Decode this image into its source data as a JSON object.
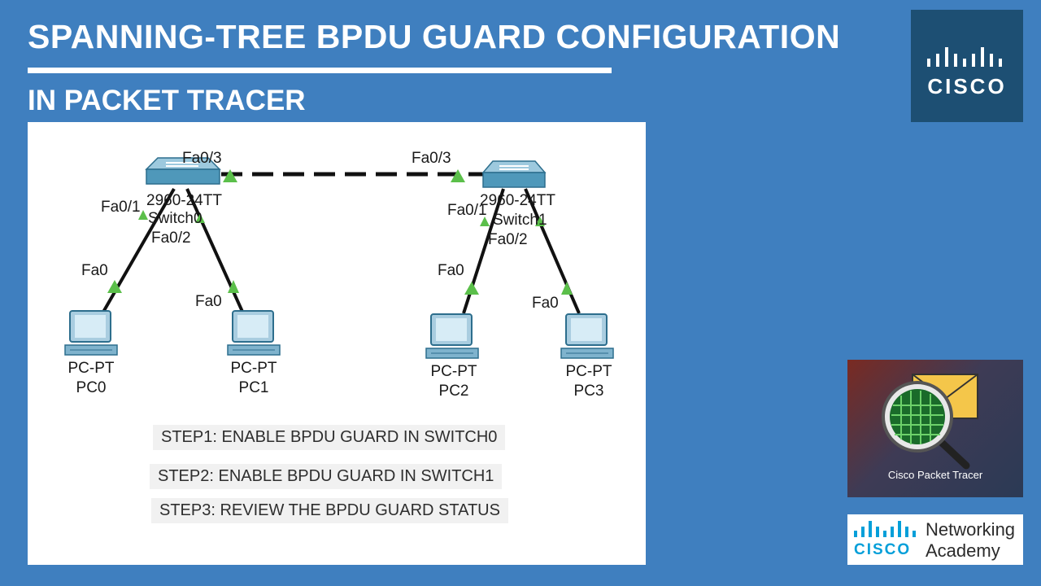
{
  "header": {
    "title": "SPANNING-TREE BPDU GUARD CONFIGURATION",
    "subtitle": "IN PACKET TRACER"
  },
  "logo": {
    "wordmark": "CISCO"
  },
  "topology": {
    "switches": [
      {
        "model": "2960-24TT",
        "name": "Switch0"
      },
      {
        "model": "2960-24TT",
        "name": "Switch1"
      }
    ],
    "ports": {
      "sw0_uplink": "Fa0/3",
      "sw1_uplink": "Fa0/3",
      "sw0_p1": "Fa0/1",
      "sw0_p2": "Fa0/2",
      "sw1_p1": "Fa0/1",
      "sw1_p2": "Fa0/2",
      "pc0_port": "Fa0",
      "pc1_port": "Fa0",
      "pc2_port": "Fa0",
      "pc3_port": "Fa0"
    },
    "pcs": [
      {
        "type": "PC-PT",
        "name": "PC0"
      },
      {
        "type": "PC-PT",
        "name": "PC1"
      },
      {
        "type": "PC-PT",
        "name": "PC2"
      },
      {
        "type": "PC-PT",
        "name": "PC3"
      }
    ]
  },
  "steps": [
    "STEP1: ENABLE BPDU GUARD IN SWITCH0",
    "STEP2: ENABLE BPDU GUARD IN SWITCH1",
    "STEP3: REVIEW THE BPDU GUARD STATUS"
  ],
  "thumbnail": {
    "caption": "Cisco Packet Tracer"
  },
  "netacad": {
    "wordmark": "CISCO",
    "line1": "Networking",
    "line2": "Academy"
  },
  "colors": {
    "background": "#3f7fbf",
    "link_up": "#5bbf4a",
    "cisco_blue": "#049fd9",
    "logo_tile": "#1d4f73"
  }
}
